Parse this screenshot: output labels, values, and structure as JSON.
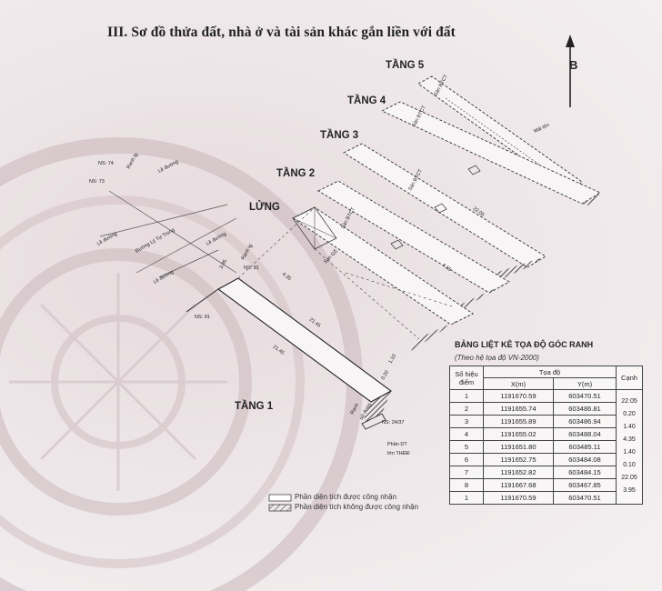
{
  "document": {
    "title": "III. Sơ đồ thửa đất, nhà ở và tài sản khác gắn liền với đất",
    "north_label": "B"
  },
  "floors": {
    "tang5": "TẦNG 5",
    "tang4": "TẦNG 4",
    "tang3": "TẦNG 3",
    "tang2": "TẦNG 2",
    "lung": "LỬNG",
    "tang1": "TẦNG 1"
  },
  "plan_labels": {
    "ns74": "NS: 74",
    "ns73": "NS: 73",
    "ns91a": "NS: 91",
    "ns91b": "NS: 91",
    "ns2437": "NS: 24/37",
    "le_duong_1": "Lề đường",
    "le_duong_2": "Lề đường",
    "le_duong_3": "Lề đường",
    "le_duong_4": "Lề đường",
    "duong_ly_tu_trong": "Đường Lý Tự Trọng",
    "ranh_lg_1": "Ranh lg",
    "ranh_lg_2": "Ranh lg",
    "ranh": "Ranh",
    "su_dung": "sử dụng",
    "ranh_dt_1": "Phần DT",
    "ranh_dt_2": "lớn THĐĐ",
    "san_btct_1": "Sàn BTCT",
    "san_btct_2": "Sàn BTCT",
    "san_btct_3": "Sàn BTCT",
    "san_btct_4": "Sàn BTCT",
    "mai_ton": "Mái tôn",
    "son_go": "Sàn Gỗ",
    "dims": {
      "d1": "21.45",
      "d2": "21.45",
      "d3": "4.35",
      "d4": "1.10",
      "d5": "3.95",
      "d6": "0.20",
      "d7": "22.05",
      "d8": "4.15"
    }
  },
  "coordinate_table": {
    "title": "BẢNG LIỆT KÊ TỌA ĐỘ GÓC RANH",
    "subtitle": "(Theo hệ tọa độ VN-2000)",
    "header": {
      "so_hieu": "Số hiệu",
      "diem": "điểm",
      "toa_do": "Tọa độ",
      "x": "X(m)",
      "y": "Y(m)",
      "canh": "Cạnh"
    },
    "rows": [
      {
        "pt": "1",
        "x": "1191670.59",
        "y": "603470.51"
      },
      {
        "pt": "2",
        "x": "1191655.74",
        "y": "603486.81"
      },
      {
        "pt": "3",
        "x": "1191655.89",
        "y": "603486.94"
      },
      {
        "pt": "4",
        "x": "1191655.02",
        "y": "603488.04"
      },
      {
        "pt": "5",
        "x": "1191651.80",
        "y": "603485.11"
      },
      {
        "pt": "6",
        "x": "1191652.75",
        "y": "603484.08"
      },
      {
        "pt": "7",
        "x": "1191652.82",
        "y": "603484.15"
      },
      {
        "pt": "8",
        "x": "1191667.68",
        "y": "603467.85"
      },
      {
        "pt": "1",
        "x": "1191670.59",
        "y": "603470.51"
      }
    ],
    "edges": [
      "22.05",
      "0.20",
      "1.40",
      "4.35",
      "1.40",
      "0.10",
      "22.05",
      "3.95"
    ]
  },
  "legend": {
    "recognized": "Phần diện tích được công nhận",
    "not_recognized": "Phần diện tích không được công nhận"
  }
}
